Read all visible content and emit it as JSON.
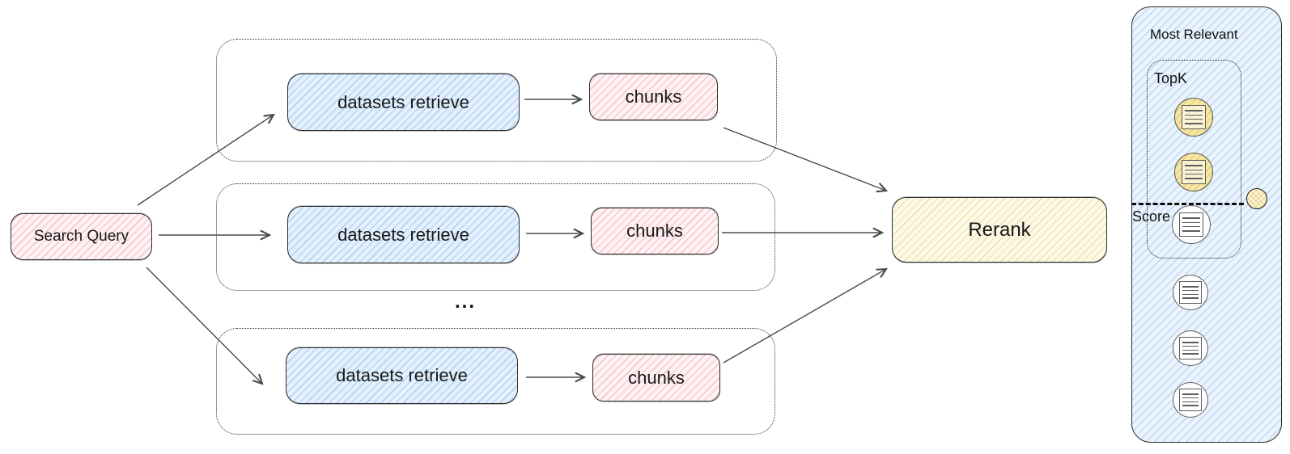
{
  "diagram": {
    "search_query_label": "Search Query",
    "rows": [
      {
        "retrieve_label": "datasets retrieve",
        "chunks_label": "chunks"
      },
      {
        "retrieve_label": "datasets retrieve",
        "chunks_label": "chunks"
      },
      {
        "retrieve_label": "datasets retrieve",
        "chunks_label": "chunks"
      }
    ],
    "ellipsis": "...",
    "rerank_label": "Rerank"
  },
  "panel": {
    "title": "Most Relevant",
    "topk_label": "TopK",
    "score_label": "Score",
    "topk_document_count": 2,
    "scored_document_count": 4,
    "sort_direction": "ascending-relevance-upward"
  },
  "colors": {
    "node_pink": "#fef2f4",
    "node_blue": "#e4f0fb",
    "node_yellow": "#fdf9e8",
    "panel_blue": "#ebf3fc",
    "doc_circle_yellow": "#f6e7a2",
    "stroke": "#2e2e2e",
    "arrow": "#4a4a4a"
  }
}
